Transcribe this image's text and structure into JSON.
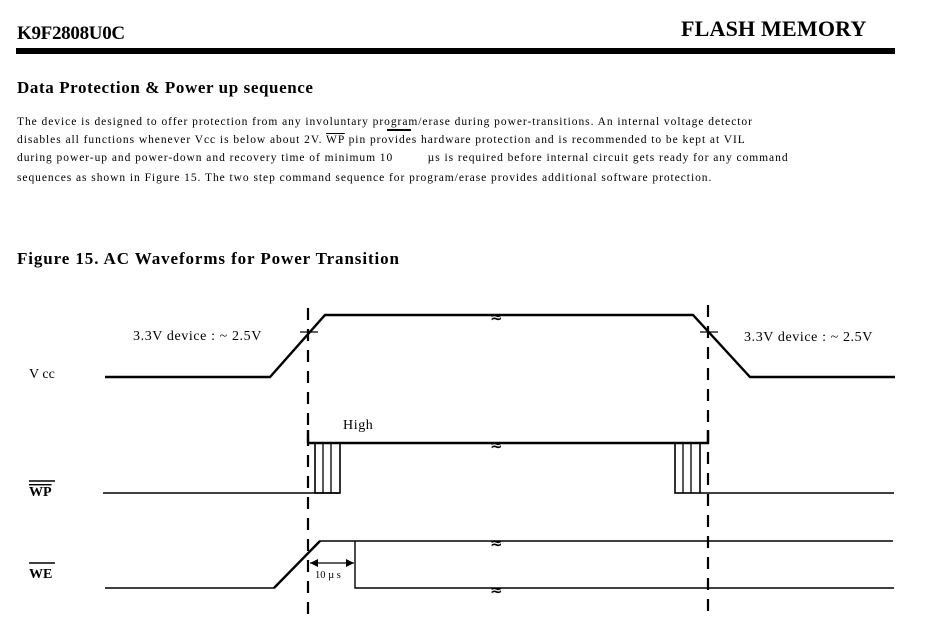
{
  "header": {
    "part_number": "K9F2808U0C",
    "doc_type": "FLASH MEMORY"
  },
  "section": {
    "title": "Data Protection & Power up sequence",
    "paragraph_lines": [
      {
        "pre": "The device is designed to offer protection from any involuntary ",
        "over": "",
        "post": "program/erase during power-transitions. An internal voltage detector"
      },
      {
        "pre": "disables all functions whenever Vcc is below about 2V. ",
        "over": "WP",
        "post": " pin provides hardware protection and is recommended to be kept at VIL"
      },
      {
        "pre": "during power-up and power-down and recovery time of minimum 10         ",
        "over": "",
        "post": "µs is required before internal circuit gets ready for any command"
      },
      {
        "pre": "sequences as shown in Figure 15. The two step command sequence for program/erase provides additional software protection.",
        "over": "",
        "post": ""
      }
    ]
  },
  "figure": {
    "title": "Figure 15. AC Waveforms for Power Transition",
    "signals": [
      {
        "name": "Vcc",
        "label": "V cc",
        "overline": false
      },
      {
        "name": "WP",
        "label": "WP",
        "overline": true
      },
      {
        "name": "WE",
        "label": "WE",
        "overline": true
      }
    ],
    "annotations": {
      "vcc_threshold_left": "3.3V device : ~ 2.5V",
      "vcc_threshold_right": "3.3V device : ~ 2.5V",
      "wp_level": "High",
      "we_delay": "10  µ s"
    },
    "break_symbol": "≈"
  }
}
